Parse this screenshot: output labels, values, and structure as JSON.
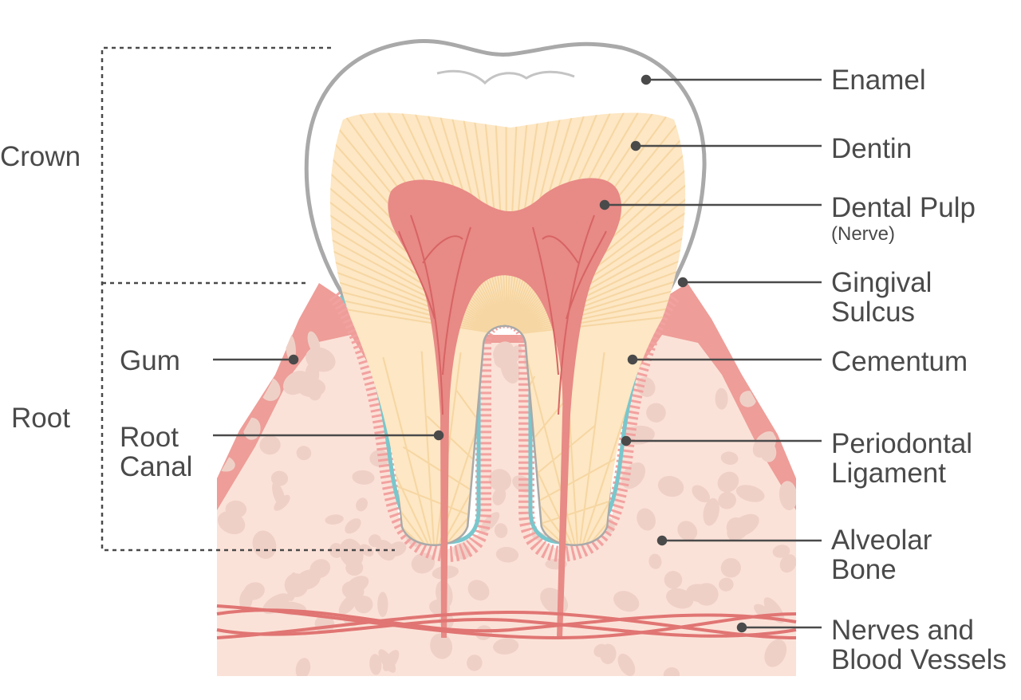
{
  "diagram": {
    "colors": {
      "enamel": "#ffffff",
      "enamel_outline": "#a9a9a9",
      "dentin": "#fde7c4",
      "dentin_rays": "#f6d6a2",
      "pulp": "#e88a86",
      "pulp_vessels": "#d76464",
      "gum": "#ee9d98",
      "bone": "#fbe2d8",
      "bone_spots": "#efd0c7",
      "cementum": "#79c7cc",
      "ligament": "#f2a2a0",
      "leader": "#4a4a4a"
    },
    "sections": {
      "crown": "Crown",
      "root": "Root"
    },
    "labels": {
      "enamel": "Enamel",
      "dentin": "Dentin",
      "dental_pulp": "Dental Pulp",
      "dental_pulp_note": "(Nerve)",
      "gingival_sulcus_1": "Gingival",
      "gingival_sulcus_2": "Sulcus",
      "cementum": "Cementum",
      "periodontal_ligament_1": "Periodontal",
      "periodontal_ligament_2": "Ligament",
      "alveolar_bone_1": "Alveolar",
      "alveolar_bone_2": "Bone",
      "nerves_vessels_1": "Nerves and",
      "nerves_vessels_2": "Blood Vessels",
      "gum": "Gum",
      "root_canal_1": "Root",
      "root_canal_2": "Canal"
    }
  }
}
